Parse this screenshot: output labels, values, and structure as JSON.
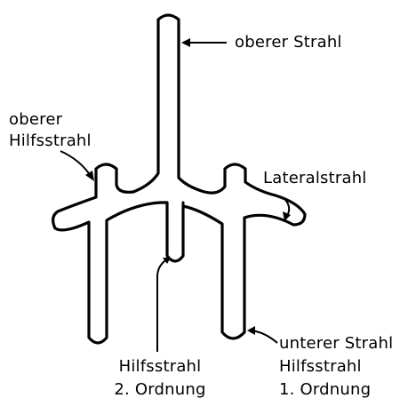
{
  "labels": {
    "oberer_strahl": "oberer Strahl",
    "oberer_hilfsstrahl_line1": "oberer",
    "oberer_hilfsstrahl_line2": "Hilfsstrahl",
    "lateralstrahl": "Lateralstrahl",
    "hilfsstrahl_2_line1": "Hilfsstrahl",
    "hilfsstrahl_2_line2": "2. Ordnung",
    "unterer_strahl": "unterer Strahl",
    "hilfsstrahl_1_line1": "Hilfsstrahl",
    "hilfsstrahl_1_line2": "1. Ordnung"
  },
  "colors": {
    "ink": "#000000",
    "paper": "#ffffff"
  }
}
